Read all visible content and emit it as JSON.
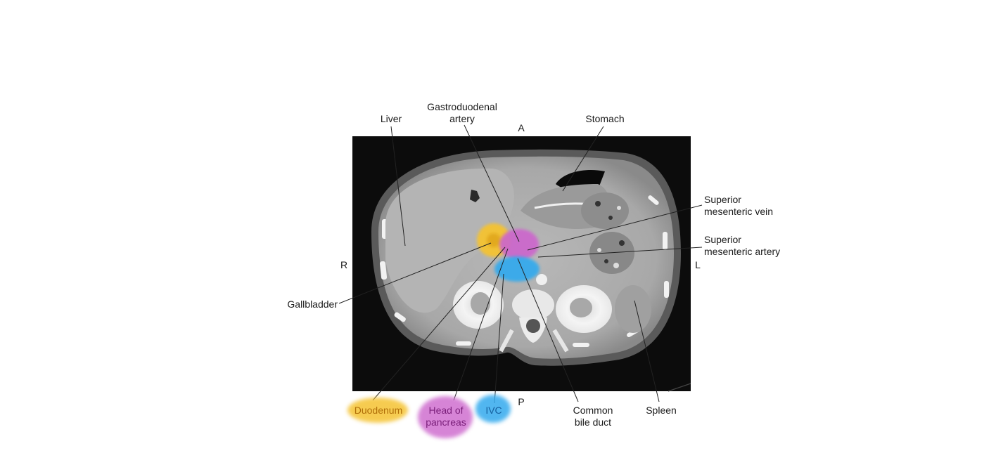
{
  "orientation": {
    "anterior": "A",
    "posterior": "P",
    "right": "R",
    "left": "L"
  },
  "labels": {
    "liver": "Liver",
    "gastroduodenal_artery_line1": "Gastroduodenal",
    "gastroduodenal_artery_line2": "artery",
    "stomach": "Stomach",
    "superior_mesenteric_vein_line1": "Superior",
    "superior_mesenteric_vein_line2": "mesenteric vein",
    "superior_mesenteric_artery_line1": "Superior",
    "superior_mesenteric_artery_line2": "mesenteric artery",
    "gallbladder": "Gallbladder",
    "duodenum": "Duodenum",
    "head_of_pancreas_line1": "Head of",
    "head_of_pancreas_line2": "pancreas",
    "ivc": "IVC",
    "common_bile_duct_line1": "Common",
    "common_bile_duct_line2": "bile duct",
    "spleen": "Spleen"
  },
  "colors": {
    "duodenum_highlight": "#f5c332",
    "pancreas_highlight": "#cc66cc",
    "ivc_highlight": "#33aaee",
    "duodenum_text": "#c07a10",
    "pancreas_text": "#8a2a8a",
    "ivc_text": "#1a6fb0"
  }
}
